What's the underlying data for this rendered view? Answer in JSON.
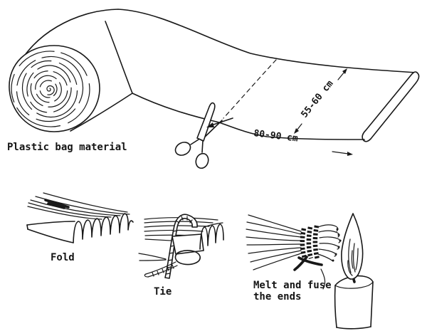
{
  "page": {
    "background_color": "#ffffff",
    "ink_color": "#181818"
  },
  "cutting_step": {
    "material_label": "Plastic bag material",
    "width_label": "55-60 cm",
    "length_label": "80-90 cm",
    "icons": {
      "roll": "plastic-roll",
      "cut_tool": "scissors",
      "cut_line": "dashed-cut-line",
      "direction": "right-arrow"
    }
  },
  "finishing_steps": {
    "fold_label": "Fold",
    "tie_label": "Tie",
    "melt_label_line1": "Melt and fuse",
    "melt_label_line2": "the ends",
    "icons": {
      "fold": "accordion-folded-strip",
      "tie": "cord-tied-bundle",
      "melt": "candle-flame"
    }
  }
}
